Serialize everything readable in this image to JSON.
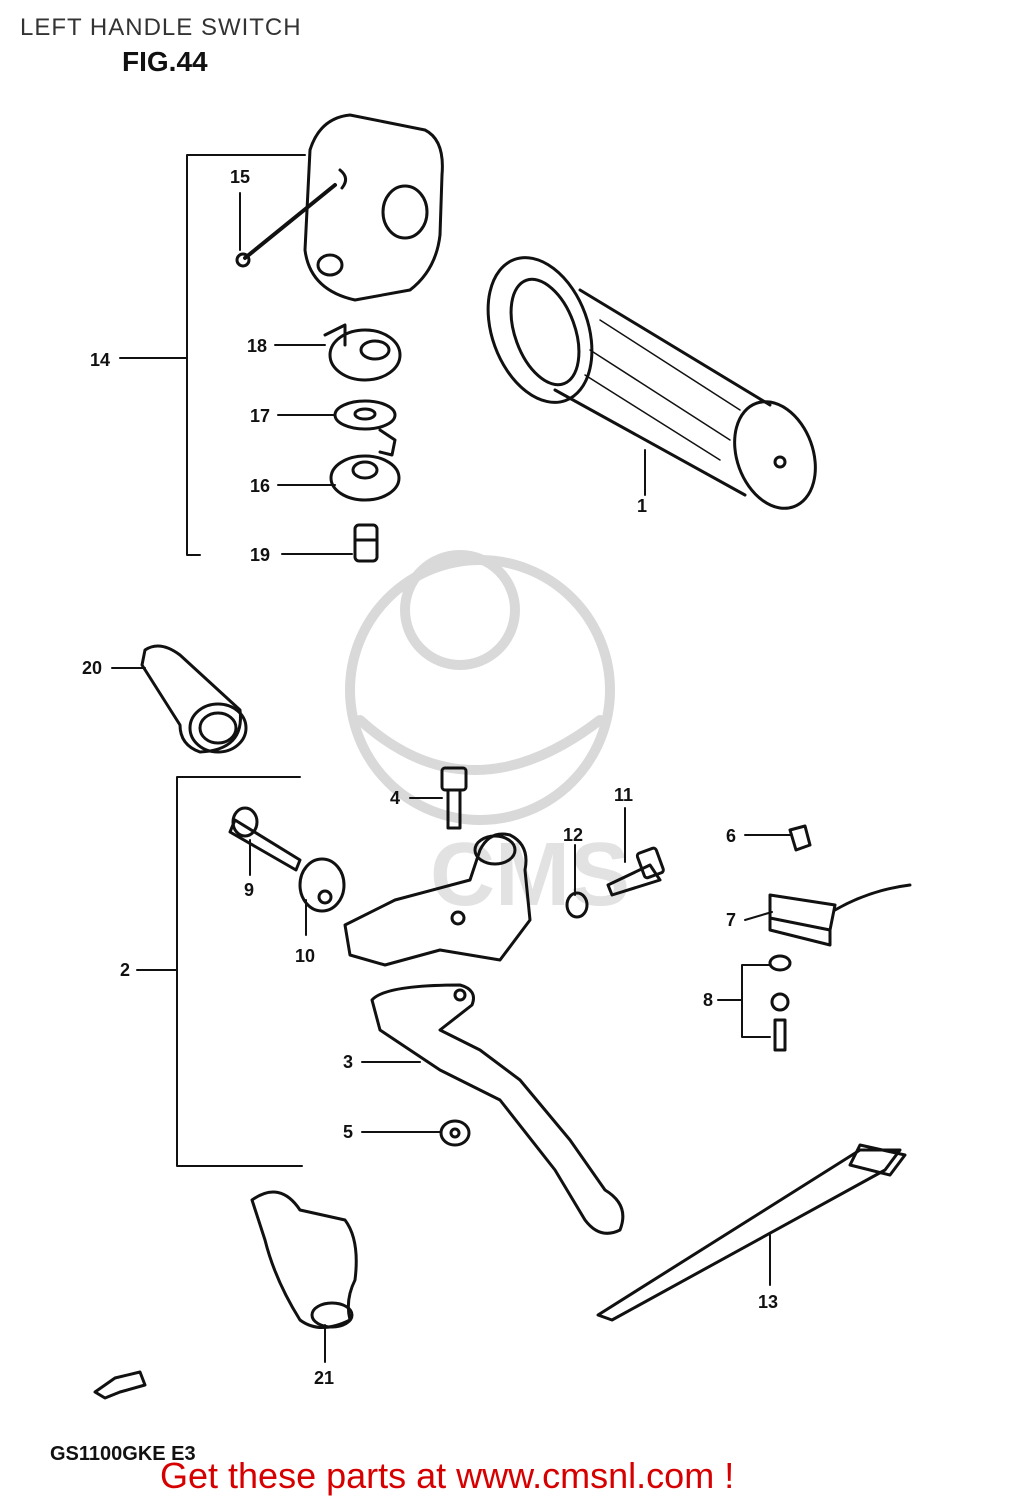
{
  "page": {
    "title": "LEFT HANDLE SWITCH",
    "figure": "FIG.44",
    "model": "GS1100GKE E3",
    "promo": "Get these parts at www.cmsnl.com !",
    "watermark": "CMS"
  },
  "callouts": [
    {
      "id": "c1",
      "label": "1"
    },
    {
      "id": "c2",
      "label": "2"
    },
    {
      "id": "c3",
      "label": "3"
    },
    {
      "id": "c4",
      "label": "4"
    },
    {
      "id": "c5",
      "label": "5"
    },
    {
      "id": "c6",
      "label": "6"
    },
    {
      "id": "c7",
      "label": "7"
    },
    {
      "id": "c8",
      "label": "8"
    },
    {
      "id": "c9",
      "label": "9"
    },
    {
      "id": "c10",
      "label": "10"
    },
    {
      "id": "c11",
      "label": "11"
    },
    {
      "id": "c12",
      "label": "12"
    },
    {
      "id": "c13",
      "label": "13"
    },
    {
      "id": "c14",
      "label": "14"
    },
    {
      "id": "c15",
      "label": "15"
    },
    {
      "id": "c16",
      "label": "16"
    },
    {
      "id": "c17",
      "label": "17"
    },
    {
      "id": "c18",
      "label": "18"
    },
    {
      "id": "c19",
      "label": "19"
    },
    {
      "id": "c20",
      "label": "20"
    },
    {
      "id": "c21",
      "label": "21"
    }
  ],
  "colors": {
    "line": "#111111",
    "promo": "#d60000",
    "watermark": "#d9d9d9"
  }
}
